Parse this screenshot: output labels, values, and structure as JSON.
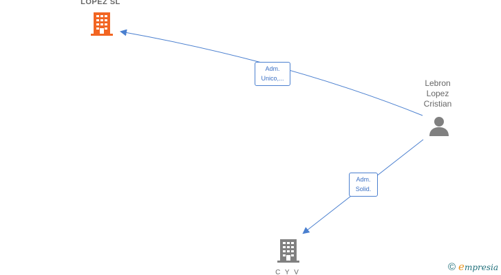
{
  "nodes": {
    "company_top": {
      "label": "LOPEZ SL",
      "icon": "building-icon",
      "color": "#f26522"
    },
    "company_bottom": {
      "label": "C Y V",
      "icon": "building-icon",
      "color": "#808080"
    },
    "person": {
      "label_lines": [
        "Lebron",
        "Lopez",
        "Cristian"
      ],
      "icon": "person-icon",
      "color": "#808080"
    }
  },
  "edges": [
    {
      "from": "person",
      "to": "company_top",
      "label_lines": [
        "Adm.",
        "Unico,..."
      ]
    },
    {
      "from": "person",
      "to": "company_bottom",
      "label_lines": [
        "Adm.",
        "Solid."
      ]
    }
  ],
  "colors": {
    "edge": "#4a7fcf"
  },
  "watermark": {
    "copyright": "©",
    "brand_initial": "e",
    "brand_rest": "mpresia"
  }
}
